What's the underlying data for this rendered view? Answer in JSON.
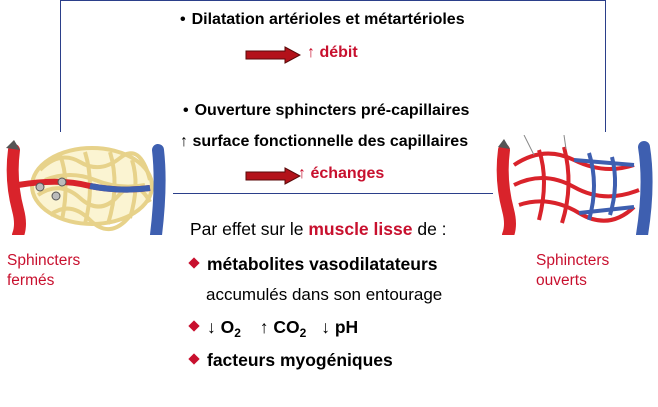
{
  "top_box": {
    "line1": "Dilatation artérioles et métartérioles",
    "result1": "↑ débit",
    "line2": "Ouverture sphincters pré-capillaires",
    "line3": "↑ surface fonctionnelle des capillaires",
    "result2": "↑ échanges",
    "bullet": "•"
  },
  "left_caption": [
    "Sphincters",
    "fermés"
  ],
  "right_caption": [
    "Sphincters",
    "ouverts"
  ],
  "intro": {
    "before": "Par effet sur le ",
    "emphasis": "muscle lisse",
    "after": " de :"
  },
  "items": {
    "item1": "métabolites vasodilatateurs",
    "item1_sub": "accumulés dans son entourage",
    "item2_a": "↓ O",
    "item2_a_sub": "2",
    "item2_b": "↑ CO",
    "item2_b_sub": "2",
    "item2_c": "↓ pH",
    "item3": "facteurs myogéniques"
  },
  "colors": {
    "accent_red": "#c8102e",
    "frame_blue": "#2b3f8a",
    "arrow_fill": "#b3121a",
    "artery_red": "#d9232b",
    "vein_blue": "#3e5fb0",
    "capillary_yellow": "#f1e3a3"
  },
  "icons": [
    "right-arrow-icon",
    "diamond-bullet-icon",
    "capillary-bed-closed-image",
    "capillary-bed-open-image"
  ]
}
